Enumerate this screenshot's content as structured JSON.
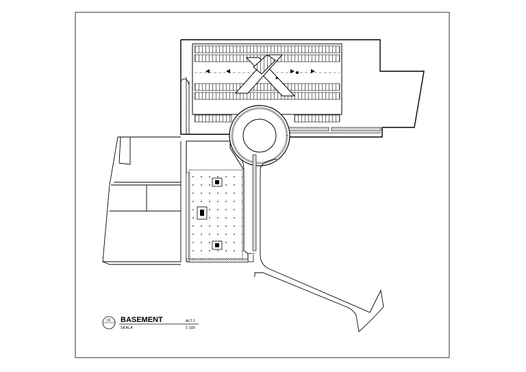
{
  "title_block": {
    "number": "01",
    "title": "BASEMENT",
    "subtitle": "SKALA",
    "level": "ALT 1",
    "scale": "1:100"
  },
  "colors": {
    "line": "#000000",
    "paper": "#ffffff",
    "hatch": "#777777"
  }
}
